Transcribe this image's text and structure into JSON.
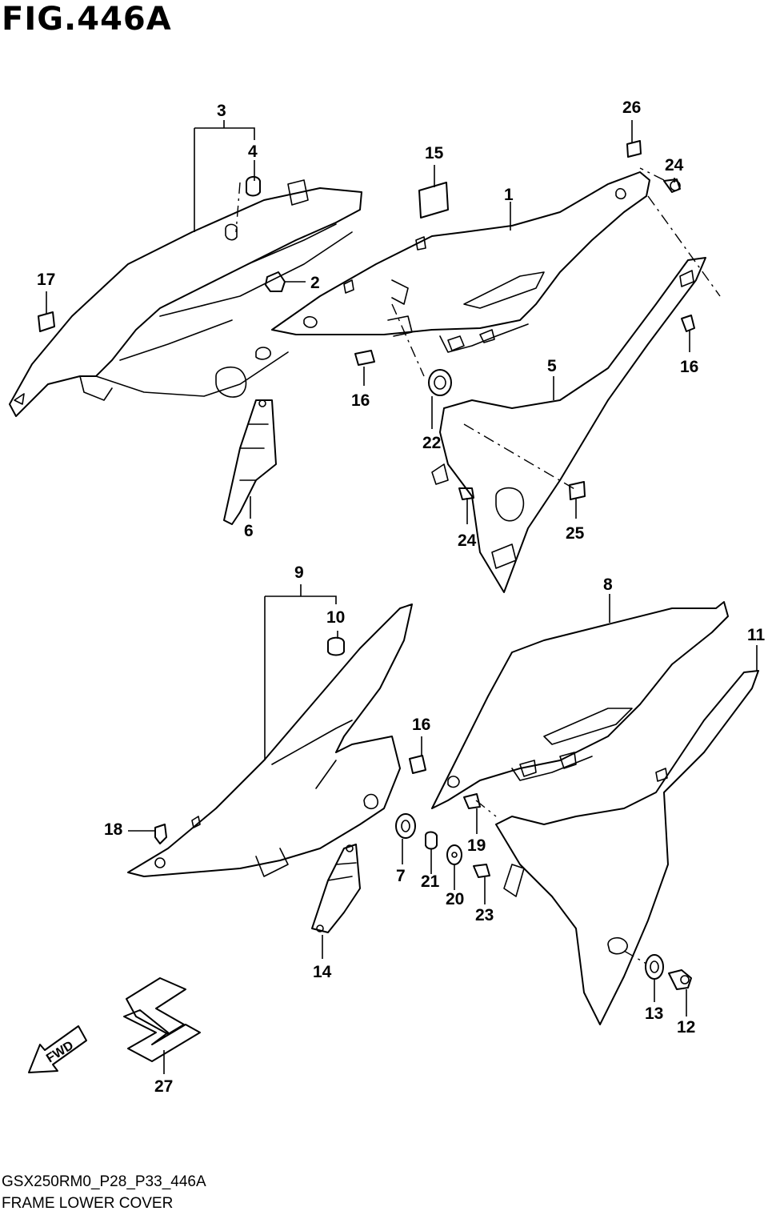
{
  "title": "FIG.446A",
  "footer": {
    "code": "GSX250RM0_P28_P33_446A",
    "caption": "FRAME LOWER COVER"
  },
  "fwd_label": "FWD",
  "callouts": [
    "1",
    "2",
    "3",
    "4",
    "5",
    "6",
    "7",
    "8",
    "9",
    "10",
    "11",
    "12",
    "13",
    "14",
    "15",
    "16",
    "16",
    "16",
    "17",
    "18",
    "19",
    "20",
    "21",
    "22",
    "23",
    "24",
    "24",
    "25",
    "26",
    "27"
  ]
}
